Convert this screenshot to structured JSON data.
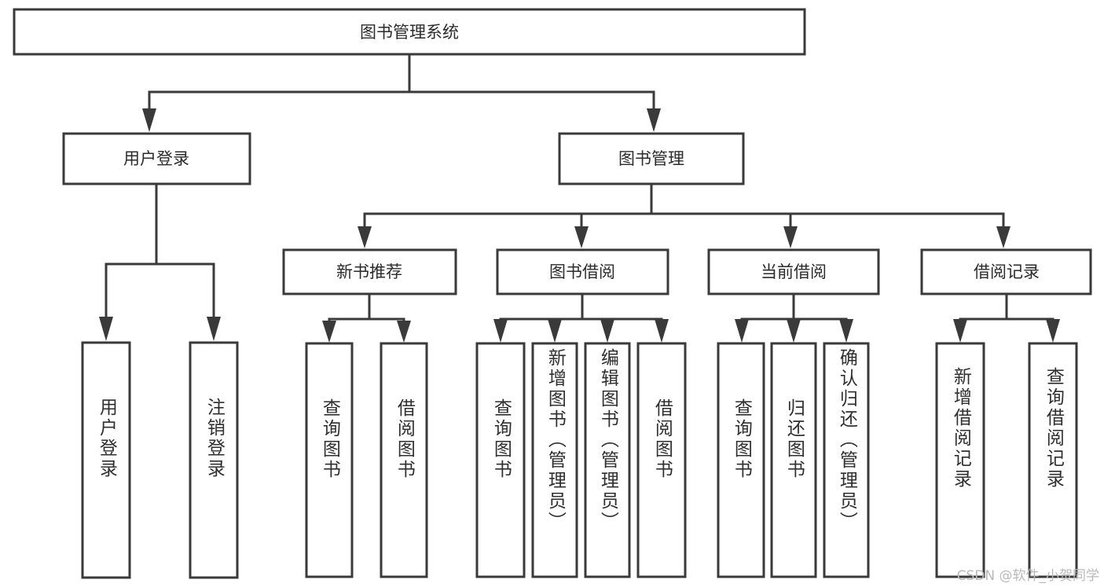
{
  "diagram": {
    "type": "hierarchy-tree",
    "title": "图书管理系统",
    "watermark": "CSDN @软件_小贺同学",
    "colors": {
      "stroke": "#3a3a3a",
      "fill": "#ffffff",
      "text": "#2b2b2b",
      "watermark": "#b9b9b9"
    },
    "root": {
      "label": "图书管理系统",
      "orientation": "horizontal"
    },
    "level2": [
      {
        "label": "用户登录",
        "orientation": "horizontal"
      },
      {
        "label": "图书管理",
        "orientation": "horizontal"
      }
    ],
    "level3": [
      {
        "label": "新书推荐",
        "orientation": "horizontal"
      },
      {
        "label": "图书借阅",
        "orientation": "horizontal"
      },
      {
        "label": "当前借阅",
        "orientation": "horizontal"
      },
      {
        "label": "借阅记录",
        "orientation": "horizontal"
      }
    ],
    "leaves": {
      "user_login": [
        {
          "label": "用户登录",
          "orientation": "vertical"
        },
        {
          "label": "注销登录",
          "orientation": "vertical"
        }
      ],
      "new_book_recommend": [
        {
          "label": "查询图书",
          "orientation": "vertical"
        },
        {
          "label": "借阅图书",
          "orientation": "vertical"
        }
      ],
      "book_borrow": [
        {
          "label": "查询图书",
          "orientation": "vertical"
        },
        {
          "label": "新增图书（管理员）",
          "orientation": "vertical"
        },
        {
          "label": "编辑图书（管理员）",
          "orientation": "vertical"
        },
        {
          "label": "借阅图书",
          "orientation": "vertical"
        }
      ],
      "current_borrow": [
        {
          "label": "查询图书",
          "orientation": "vertical"
        },
        {
          "label": "归还图书",
          "orientation": "vertical"
        },
        {
          "label": "确认归还（管理员）",
          "orientation": "vertical"
        }
      ],
      "borrow_record": [
        {
          "label": "新增借阅记录",
          "orientation": "vertical"
        },
        {
          "label": "查询借阅记录",
          "orientation": "vertical"
        }
      ]
    }
  }
}
